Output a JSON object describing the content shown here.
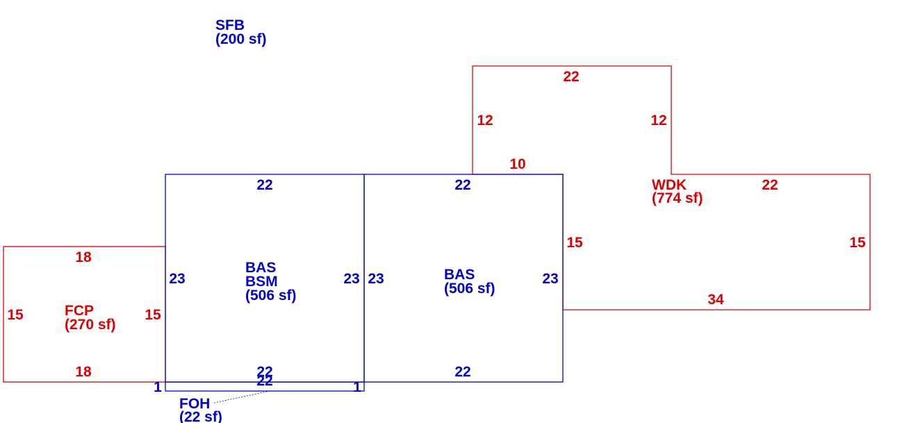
{
  "colors": {
    "blue": "#0000cc",
    "red": "#dd0000"
  },
  "areas": {
    "sfb": {
      "code": "SFB",
      "area": "(200 sf)"
    },
    "bas_bsm": {
      "code": "BAS",
      "code2": "BSM",
      "area": "(506 sf)"
    },
    "bas": {
      "code": "BAS",
      "area": "(506 sf)"
    },
    "fcp": {
      "code": "FCP",
      "area": "(270 sf)"
    },
    "wdk": {
      "code": "WDK",
      "area": "(774 sf)"
    },
    "foh": {
      "code": "FOH",
      "area": "(22 sf)"
    }
  },
  "dims": {
    "bsm_top": "22",
    "bsm_left": "23",
    "bsm_right": "23",
    "bsm_bottom": "22",
    "bas_top": "22",
    "bas_left": "23",
    "bas_right": "23",
    "bas_bottom": "22",
    "fcp_top": "18",
    "fcp_left": "15",
    "fcp_right": "15",
    "fcp_bottom": "18",
    "wdk_top": "22",
    "wdk_upper_left": "12",
    "wdk_upper_right": "12",
    "wdk_step": "10",
    "wdk_right_top": "22",
    "wdk_left": "15",
    "wdk_right": "15",
    "wdk_bottom": "34",
    "foh_top": "22",
    "foh_left": "1",
    "foh_right": "1"
  }
}
